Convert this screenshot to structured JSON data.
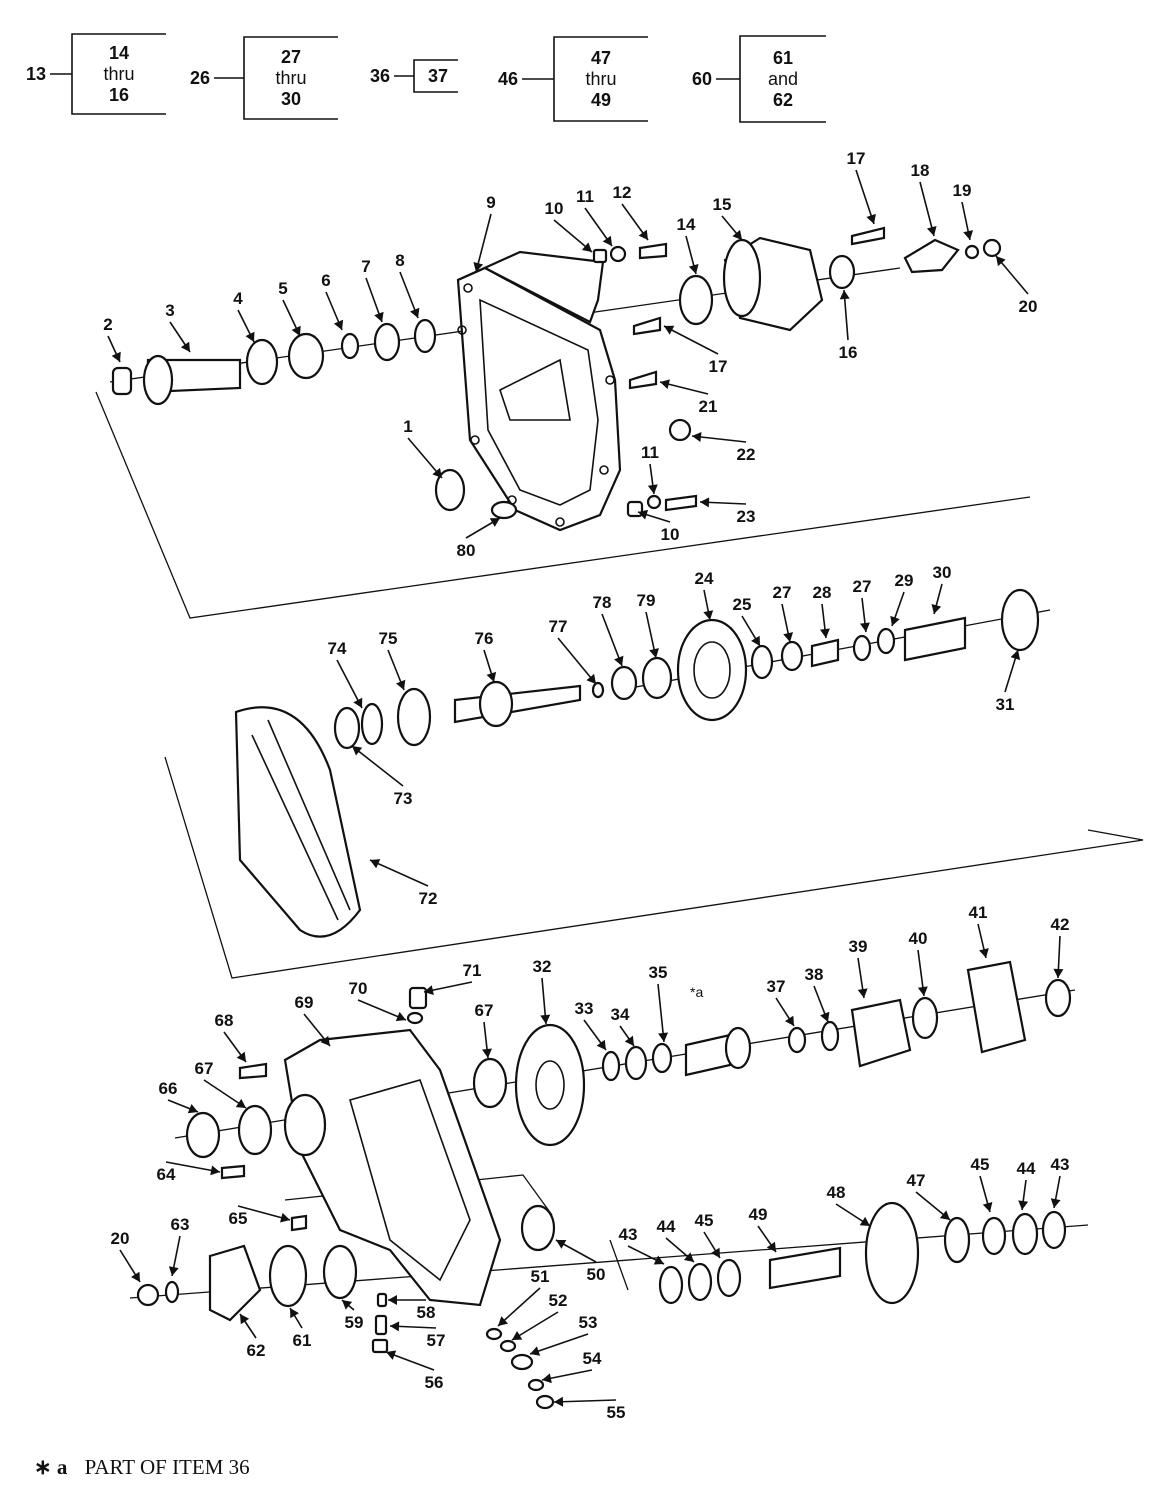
{
  "groups": [
    {
      "ref": "13",
      "lines": [
        "14",
        "thru",
        "16"
      ]
    },
    {
      "ref": "26",
      "lines": [
        "27",
        "thru",
        "30"
      ]
    },
    {
      "ref": "36",
      "lines": [
        "37"
      ]
    },
    {
      "ref": "46",
      "lines": [
        "47",
        "thru",
        "49"
      ]
    },
    {
      "ref": "60",
      "lines": [
        "61",
        "and",
        "62"
      ]
    }
  ],
  "callouts": [
    "1",
    "2",
    "3",
    "4",
    "5",
    "6",
    "7",
    "8",
    "9",
    "10",
    "11",
    "12",
    "14",
    "15",
    "16",
    "17",
    "18",
    "19",
    "20",
    "21",
    "22",
    "23",
    "24",
    "25",
    "27",
    "28",
    "29",
    "30",
    "31",
    "32",
    "33",
    "34",
    "35",
    "37",
    "38",
    "39",
    "40",
    "41",
    "42",
    "43",
    "44",
    "45",
    "47",
    "48",
    "49",
    "50",
    "51",
    "52",
    "53",
    "54",
    "55",
    "56",
    "57",
    "58",
    "59",
    "61",
    "62",
    "63",
    "64",
    "65",
    "66",
    "67",
    "68",
    "69",
    "70",
    "71",
    "72",
    "73",
    "74",
    "75",
    "76",
    "77",
    "78",
    "79",
    "80"
  ],
  "note_marker": "*a",
  "footnote": {
    "marker": "∗ a",
    "text": "PART OF ITEM 36"
  }
}
